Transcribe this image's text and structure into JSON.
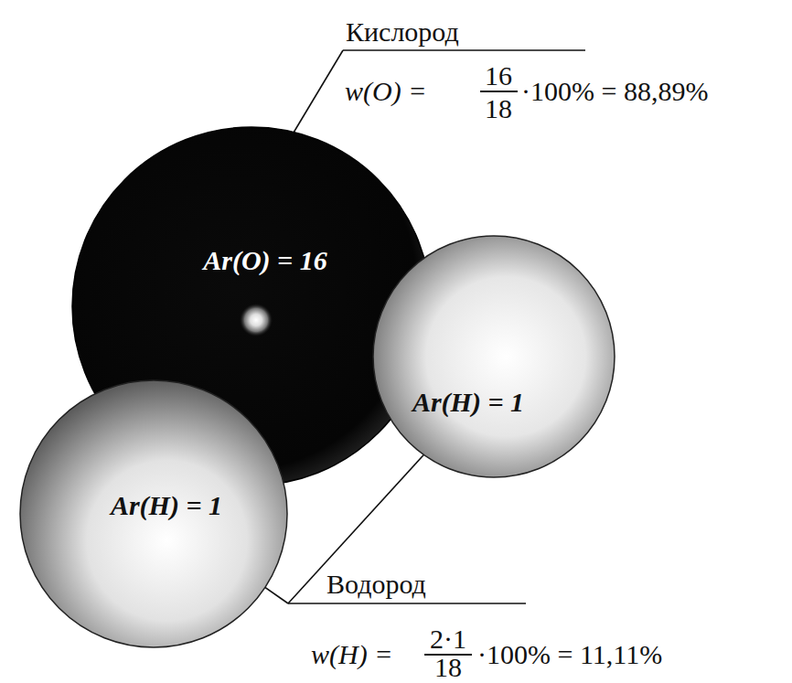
{
  "diagram": {
    "nodes": [
      {
        "text": [
          "Ar(O) = 16"
        ]
      },
      {
        "text": [
          "Ar(H) = 1"
        ]
      },
      {
        "text": [
          "Ar(H) = 1"
        ]
      }
    ],
    "labels": [
      "Кислород",
      "w(O) =",
      "16",
      "18",
      "·100% = 88,89%",
      "Водород",
      "w(H) =",
      "2·1",
      "18",
      "·100% = 11,11%"
    ]
  }
}
